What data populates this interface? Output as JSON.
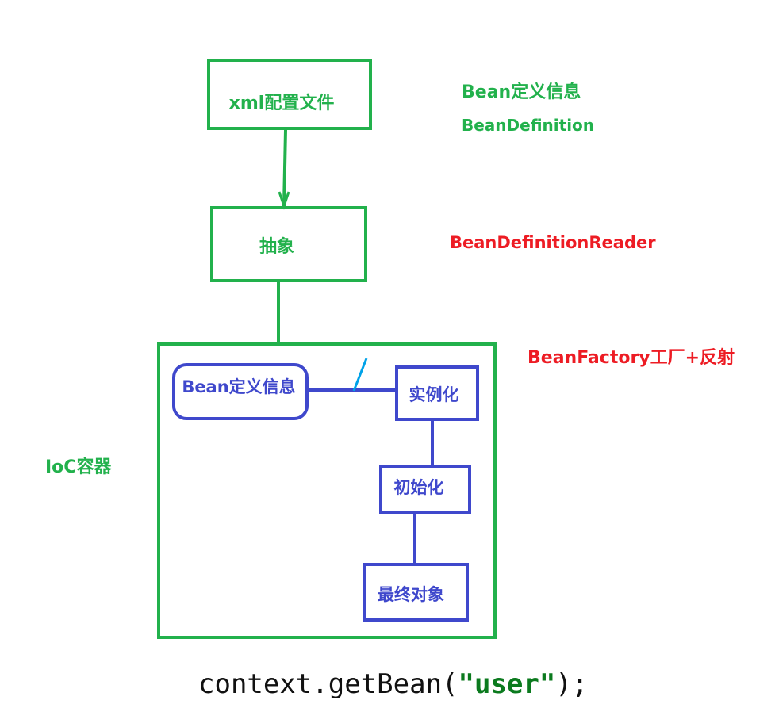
{
  "colors": {
    "green": "#22b14c",
    "blue": "#3f48cc",
    "red": "#ed1c24",
    "cyan": "#00a2e8",
    "black": "#111111"
  },
  "nodes": {
    "xml_config": "xml配置文件",
    "abstract": "抽象",
    "bean_def_inner": "Bean定义信息",
    "instantiate": "实例化",
    "initialize": "初始化",
    "final_object": "最终对象"
  },
  "labels": {
    "bean_def_info": "Bean定义信息",
    "bean_definition": "BeanDefinition",
    "bean_definition_reader": "BeanDefinitionReader",
    "bean_factory": "BeanFactory工厂+反射",
    "ioc_container": "IoC容器"
  },
  "code": {
    "prefix": "context.getBean(",
    "arg": "\"user\"",
    "suffix": ");"
  }
}
